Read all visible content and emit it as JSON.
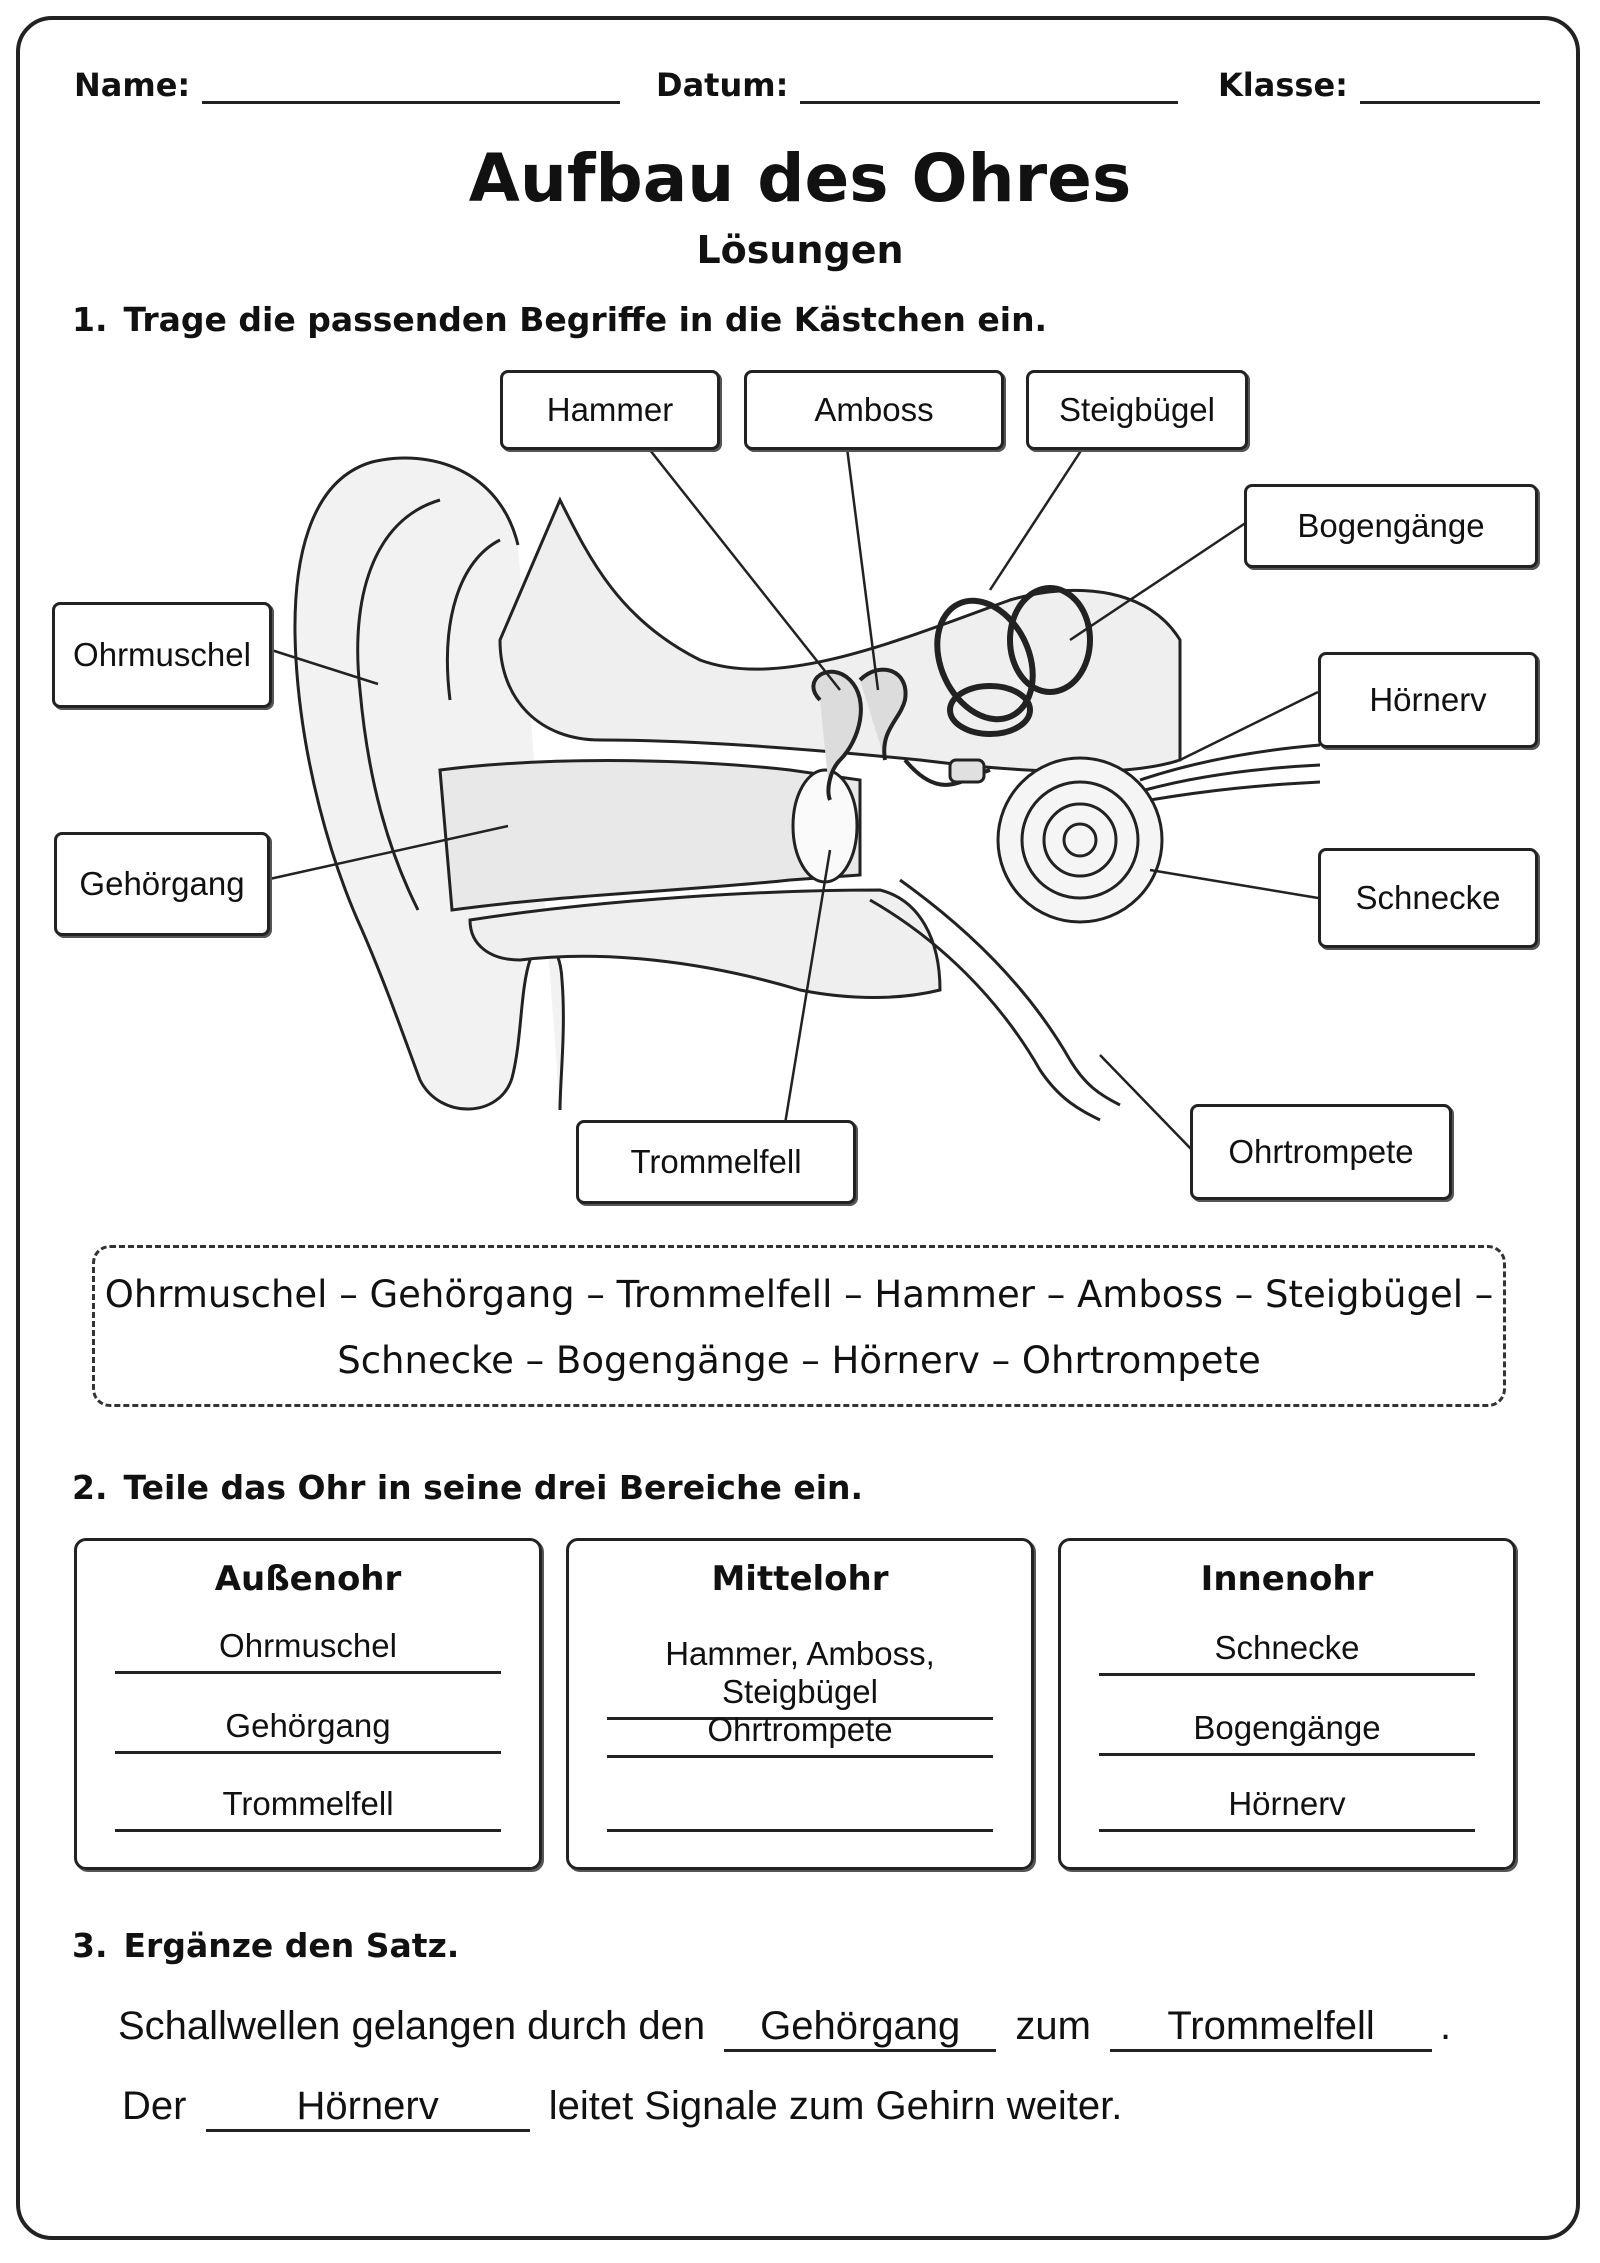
{
  "header": {
    "name_label": "Name:",
    "date_label": "Datum:",
    "class_label": "Klasse:"
  },
  "title": "Aufbau des Ohres",
  "subtitle": "Lösungen",
  "task1": {
    "number": "1.",
    "text": "Trage die passenden Begriffe in die Kästchen ein.",
    "labels": {
      "hammer": "Hammer",
      "amboss": "Amboss",
      "steigbuegel": "Steigbügel",
      "bogengaenge": "Bogengänge",
      "ohrmuschel": "Ohrmuschel",
      "hoernerv": "Hörnerv",
      "gehoergang": "Gehörgang",
      "schnecke": "Schnecke",
      "trommelfell": "Trommelfell",
      "ohrtrompete": "Ohrtrompete"
    },
    "word_bank_line1": "Ohrmuschel – Gehörgang – Trommelfell – Hammer – Amboss – Steigbügel –",
    "word_bank_line2": "Schnecke – Bogengänge – Hörnerv – Ohrtrompete"
  },
  "task2": {
    "number": "2.",
    "text": "Teile das Ohr in seine drei Bereiche ein.",
    "columns": [
      {
        "heading": "Außenohr",
        "rows": [
          "Ohrmuschel",
          "Gehörgang",
          "Trommelfell"
        ]
      },
      {
        "heading": "Mittelohr",
        "rows": [
          "Hammer, Amboss, Steigbügel",
          "Ohrtrompete",
          ""
        ]
      },
      {
        "heading": "Innenohr",
        "rows": [
          "Schnecke",
          "Bogengänge",
          "Hörnerv"
        ]
      }
    ]
  },
  "task3": {
    "number": "3.",
    "text": "Ergänze den Satz.",
    "s1_part1": "Schallwellen gelangen durch den",
    "s1_blank1": "Gehörgang",
    "s1_part2": "zum",
    "s1_blank2": "Trommelfell",
    "s1_end": ".",
    "s2_part1": "Der",
    "s2_blank1": "Hörnerv",
    "s2_part2": "leitet Signale zum Gehirn weiter."
  }
}
